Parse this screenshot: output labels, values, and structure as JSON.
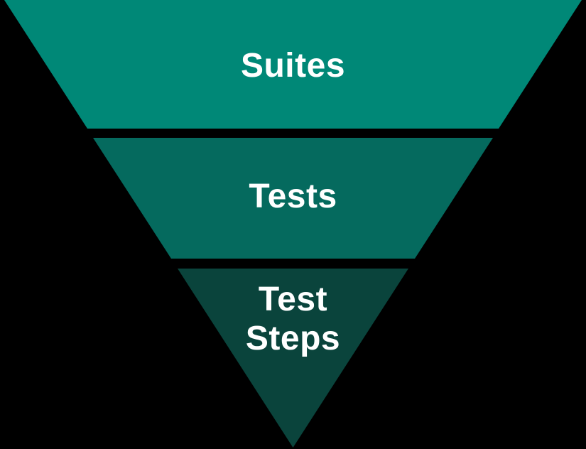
{
  "diagram": {
    "type": "inverted-pyramid-funnel",
    "background_color": "#000000",
    "text_color": "#ffffff",
    "gap_color": "#000000",
    "levels": [
      {
        "label": "Suites",
        "color": "#008877"
      },
      {
        "label": "Tests",
        "color": "#056a5e"
      },
      {
        "label": "Test Steps",
        "color": "#0a443c",
        "lines": [
          "Test",
          "Steps"
        ]
      }
    ]
  }
}
